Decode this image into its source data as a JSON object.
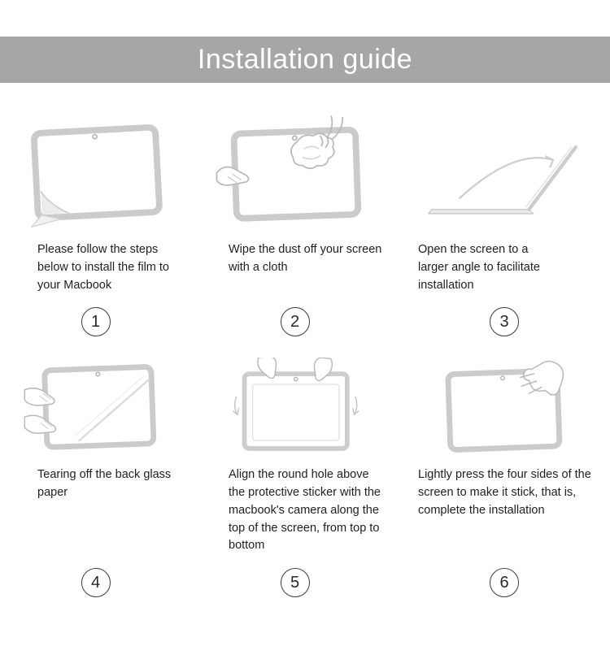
{
  "header": {
    "title": "Installation guide"
  },
  "colors": {
    "header_bg": "#a6a6a6",
    "line_gray": "#cbcbcb",
    "hand_gray": "#b9b9b9",
    "text": "#1f1f1f"
  },
  "steps": [
    {
      "num": "1",
      "caption": "Please follow the steps below to install the film to your Macbook",
      "icon": "tablet-peel-corner-illustration"
    },
    {
      "num": "2",
      "caption": "Wipe the dust off your screen with a cloth",
      "icon": "wipe-screen-cloth-illustration"
    },
    {
      "num": "3",
      "caption": "Open the screen to a larger angle to facilitate installation",
      "icon": "open-laptop-angle-illustration"
    },
    {
      "num": "4",
      "caption": "Tearing off the back glass paper",
      "icon": "tear-back-paper-illustration"
    },
    {
      "num": "5",
      "caption": "Align the round hole above the protective sticker with the macbook's camera along the top of the screen, from top to bottom",
      "icon": "align-film-camera-illustration"
    },
    {
      "num": "6",
      "caption": "Lightly press the four sides of the screen to make it stick, that is, complete the installation",
      "icon": "press-four-sides-illustration"
    }
  ]
}
